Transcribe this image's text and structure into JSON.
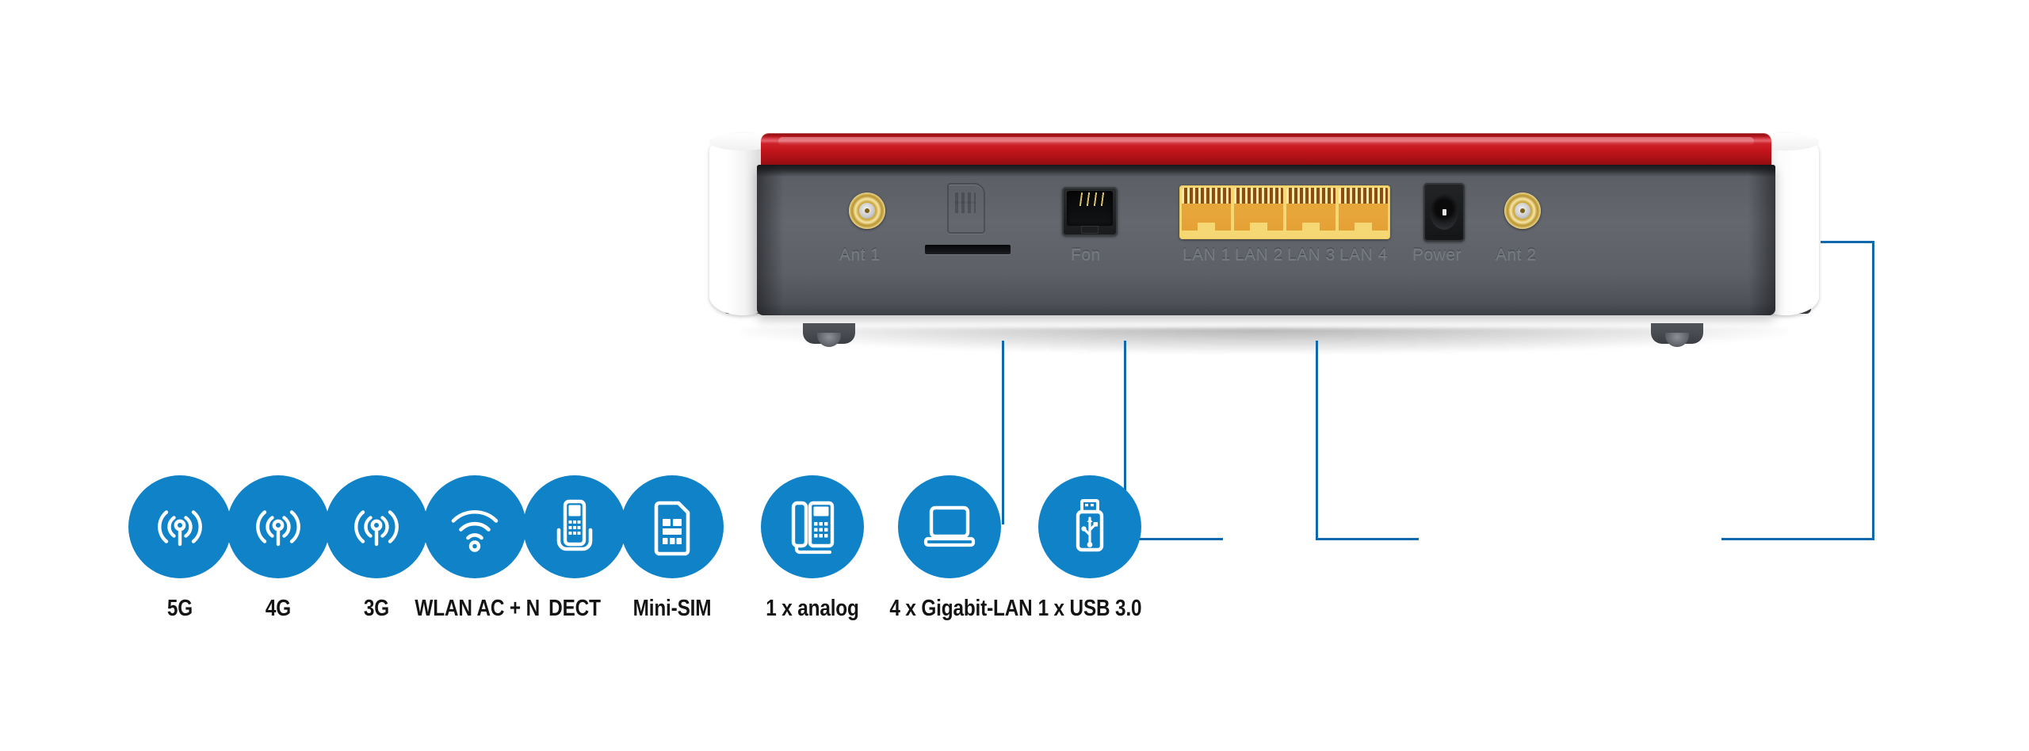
{
  "theme": {
    "accent_blue": "#1083c8",
    "line_blue": "#1069ad",
    "router_red": "#c4161c",
    "router_body_gray": "#62656c",
    "lan_yellow": "#f5d873",
    "lan_orange": "#e7a53a",
    "label_black": "#141414"
  },
  "router": {
    "alt": "Router rear panel",
    "port_labels": [
      {
        "id": "ant1",
        "text": "Ant 1"
      },
      {
        "id": "fon",
        "text": "Fon"
      },
      {
        "id": "lan1",
        "text": "LAN 1"
      },
      {
        "id": "lan2",
        "text": "LAN 2"
      },
      {
        "id": "lan3",
        "text": "LAN 3"
      },
      {
        "id": "lan4",
        "text": "LAN 4"
      },
      {
        "id": "power",
        "text": "Power"
      },
      {
        "id": "ant2",
        "text": "Ant 2"
      }
    ]
  },
  "features": [
    {
      "id": "5g",
      "label": "5G",
      "icon": "cell-antenna-icon"
    },
    {
      "id": "4g",
      "label": "4G",
      "icon": "cell-antenna-icon"
    },
    {
      "id": "3g",
      "label": "3G",
      "icon": "cell-antenna-icon"
    },
    {
      "id": "wlan",
      "label": "WLAN AC + N",
      "icon": "wifi-icon"
    },
    {
      "id": "dect",
      "label": "DECT",
      "icon": "cordless-phone-icon"
    },
    {
      "id": "mini-sim",
      "label": "Mini-SIM",
      "icon": "sim-card-icon"
    },
    {
      "id": "analog",
      "label": "1 x analog",
      "icon": "desk-phone-icon"
    },
    {
      "id": "gigabit-lan",
      "label": "4 x Gigabit-LAN",
      "icon": "laptop-icon"
    },
    {
      "id": "usb",
      "label": "1 x USB 3.0",
      "icon": "usb-stick-icon"
    }
  ],
  "connectors": [
    {
      "id": "sim-connector",
      "from": "sim-slot",
      "to": "mini-sim"
    },
    {
      "id": "fon-connector",
      "from": "fon-port",
      "to": "analog"
    },
    {
      "id": "lan-connector",
      "from": "lan-ports",
      "to": "gigabit-lan"
    },
    {
      "id": "usb-connector",
      "from": "router-side",
      "to": "usb"
    }
  ]
}
